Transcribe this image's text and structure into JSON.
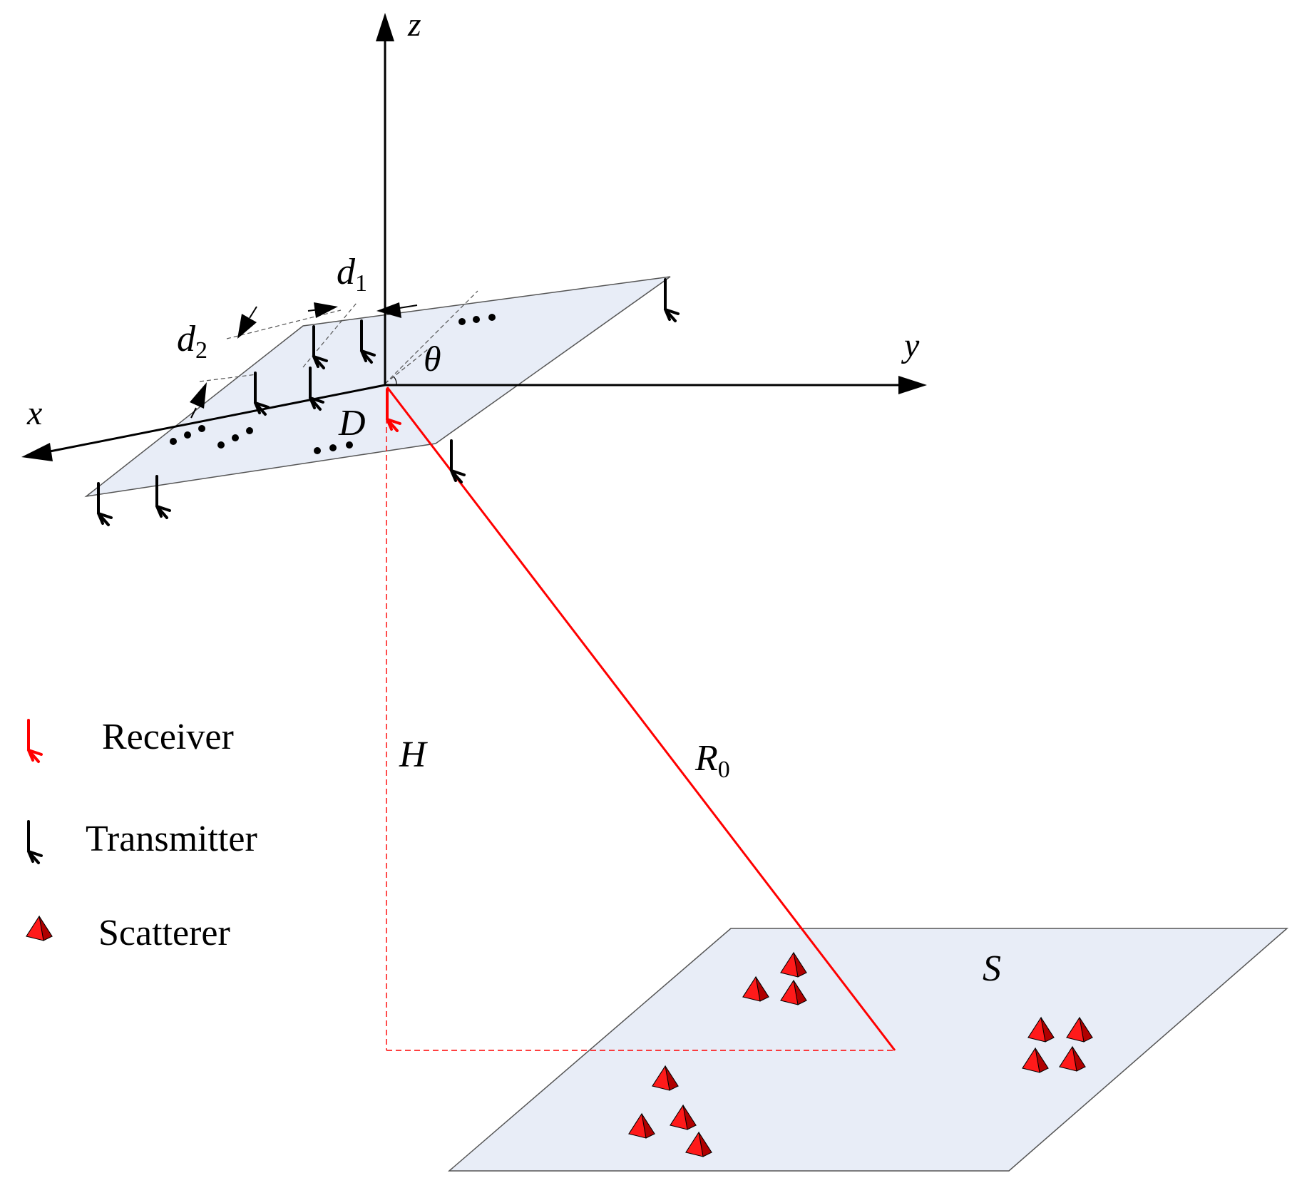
{
  "axes": {
    "x": "x",
    "y": "y",
    "z": "z"
  },
  "labels": {
    "d1": "d",
    "d1_sub": "1",
    "d2": "d",
    "d2_sub": "2",
    "theta": "θ",
    "D": "D",
    "H": "H",
    "R0": "R",
    "R0_sub": "0",
    "S": "S"
  },
  "legend": [
    {
      "label": "Receiver",
      "icon": "receiver-antenna-icon"
    },
    {
      "label": "Transmitter",
      "icon": "transmitter-antenna-icon"
    },
    {
      "label": "Scatterer",
      "icon": "scatterer-pyramid-icon"
    }
  ],
  "colors": {
    "plane_fill": "#e8edf7",
    "receiver": "#ff0000",
    "transmitter": "#000000",
    "scatterer": "#e00000"
  }
}
